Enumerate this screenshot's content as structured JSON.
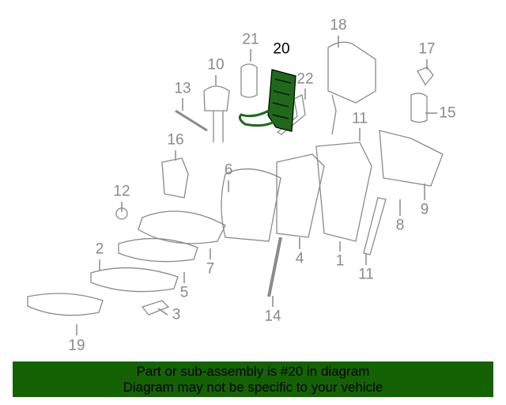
{
  "diagram": {
    "highlighted_part": "20",
    "highlight_color": "#1f6a1a",
    "line_color": "#8a8a8a",
    "callouts": [
      "20",
      "21",
      "18",
      "17",
      "10",
      "22",
      "13",
      "15",
      "11",
      "16",
      "6",
      "12",
      "8",
      "9",
      "2",
      "7",
      "4",
      "1",
      "11",
      "5",
      "14",
      "3",
      "19"
    ]
  },
  "banner": {
    "background": "#156205",
    "line1": "Part or sub-assembly is #20 in diagram",
    "line2": "Diagram may not be specific to your vehicle"
  }
}
